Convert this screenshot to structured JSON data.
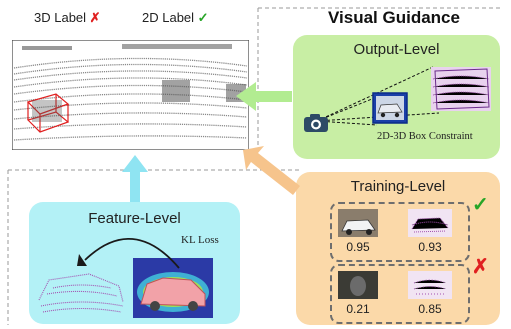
{
  "labels": {
    "label_3d": "3D Label",
    "mark_3d": "✗",
    "label_2d": "2D Label",
    "mark_2d": "✓"
  },
  "visual_guidance": {
    "title": "Visual Guidance"
  },
  "output_level": {
    "title": "Output-Level",
    "caption": "2D-3D Box Constraint",
    "color": "#c8eea4"
  },
  "training_level": {
    "title": "Training-Level",
    "good_mark": "✓",
    "bad_mark": "✗",
    "good_scores": [
      "0.95",
      "0.93"
    ],
    "bad_scores": [
      "0.21",
      "0.85"
    ],
    "color": "#fbd9a9"
  },
  "feature_level": {
    "title": "Feature-Level",
    "loss_label": "KL Loss",
    "color": "#b3f1f6"
  },
  "colors": {
    "arrow_green": "#b2ec91",
    "arrow_orange": "#f6c48c",
    "arrow_cyan": "#8fe4f2",
    "check_green": "#27a527",
    "cross_red": "#e02020"
  }
}
